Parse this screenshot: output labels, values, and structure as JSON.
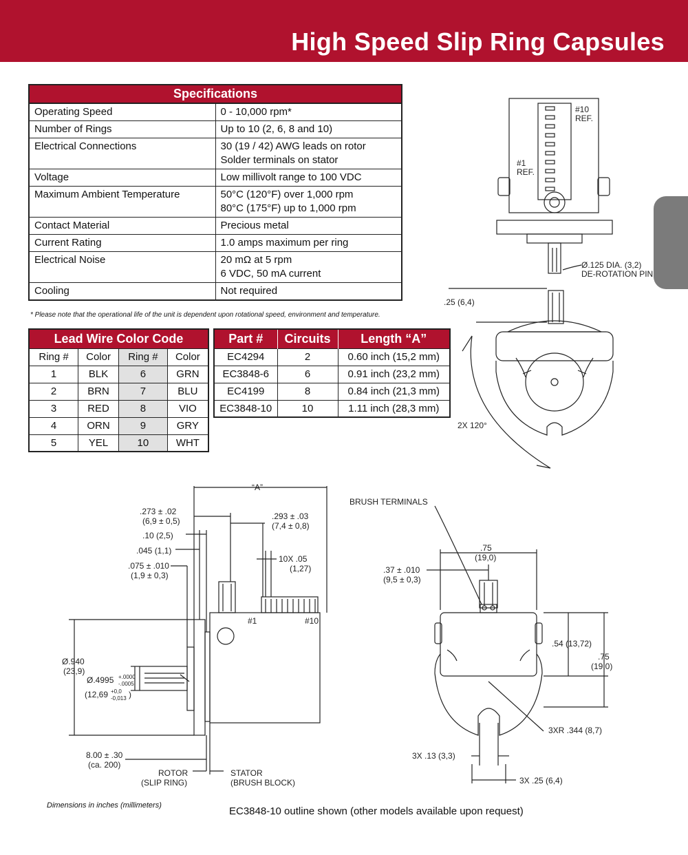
{
  "header": {
    "title": "High Speed Slip Ring Capsules"
  },
  "specifications": {
    "title": "Specifications",
    "rows": [
      {
        "label": "Operating Speed",
        "value": [
          "0 - 10,000 rpm*"
        ]
      },
      {
        "label": "Number of Rings",
        "value": [
          "Up to 10 (2, 6, 8 and 10)"
        ]
      },
      {
        "label": "Electrical Connections",
        "value": [
          "30 (19 / 42) AWG leads on rotor",
          "Solder terminals on stator"
        ]
      },
      {
        "label": "Voltage",
        "value": [
          "Low millivolt range to 100 VDC"
        ]
      },
      {
        "label": "Maximum Ambient Temperature",
        "value": [
          "50°C (120°F) over 1,000 rpm",
          "80°C (175°F) up to 1,000 rpm"
        ]
      },
      {
        "label": "Contact Material",
        "value": [
          "Precious metal"
        ]
      },
      {
        "label": "Current Rating",
        "value": [
          "1.0 amps maximum per ring"
        ]
      },
      {
        "label": "Electrical Noise",
        "value": [
          "20 mΩ at 5 rpm",
          "6 VDC, 50 mA  current"
        ]
      },
      {
        "label": "Cooling",
        "value": [
          "Not required"
        ]
      }
    ],
    "note": "* Please note that the operational life of the unit is dependent upon rotational speed, environment and temperature."
  },
  "lead_wire": {
    "title": "Lead Wire Color Code",
    "headers": [
      "Ring #",
      "Color",
      "Ring #",
      "Color"
    ],
    "rows": [
      [
        "1",
        "BLK",
        "6",
        "GRN"
      ],
      [
        "2",
        "BRN",
        "7",
        "BLU"
      ],
      [
        "3",
        "RED",
        "8",
        "VIO"
      ],
      [
        "4",
        "ORN",
        "9",
        "GRY"
      ],
      [
        "5",
        "YEL",
        "10",
        "WHT"
      ]
    ]
  },
  "parts": {
    "headers": [
      "Part #",
      "Circuits",
      "Length “A”"
    ],
    "rows": [
      [
        "EC4294",
        "2",
        "0.60 inch (15,2 mm)"
      ],
      [
        "EC3848-6",
        "6",
        "0.91 inch (23,2 mm)"
      ],
      [
        "EC4199",
        "8",
        "0.84 inch (21,3 mm)"
      ],
      [
        "EC3848-10",
        "10",
        "1.11 inch (28,3 mm)"
      ]
    ]
  },
  "drawing_top": {
    "ref10": [
      "#10",
      "REF."
    ],
    "ref1": [
      "#1",
      "REF."
    ],
    "pin": [
      "Ø.125 DIA. (3,2)",
      "DE-ROTATION PIN"
    ],
    "pin_len": ".25 (6,4)",
    "angle": "2X 120°"
  },
  "drawing_side": {
    "A": "“A”",
    "d273": [
      ".273 ± .02",
      "(6,9 ± 0,5)"
    ],
    "d10": ".10 (2,5)",
    "d045": ".045 (1,1)",
    "d075": [
      ".075 ± .010",
      "(1,9 ± 0,3)"
    ],
    "d293": [
      ".293 ± .03",
      "(7,4 ± 0,8)"
    ],
    "d05": [
      "10X .05",
      "(1,27)"
    ],
    "ring1": "#1",
    "ring10": "#10",
    "d940": [
      "Ø.940",
      "(23,9)"
    ],
    "d4995": "Ø.4995",
    "tol_in": [
      "+.0000",
      "-.0005"
    ],
    "d1269": "(12,69",
    "tol_mm": [
      "+0,0",
      "-0,013"
    ],
    "close_paren": ")",
    "d800": [
      "8.00 ± .30",
      "(ca. 200)"
    ],
    "rotor": [
      "ROTOR",
      "(SLIP RING)"
    ],
    "stator": [
      "STATOR",
      "(BRUSH BLOCK)"
    ]
  },
  "drawing_end": {
    "brush": "BRUSH TERMINALS",
    "d75top": [
      ".75",
      "(19,0)"
    ],
    "d37": [
      ".37 ± .010",
      "(9,5 ± 0,3)"
    ],
    "d54": ".54 (13,72)",
    "d75right": [
      ".75",
      "(19,0)"
    ],
    "radius": "3XR .344 (8,7)",
    "d13": "3X .13 (3,3)",
    "d25": "3X .25 (6,4)"
  },
  "footer": {
    "note": "Dimensions in inches (millimeters)",
    "caption": "EC3848-10 outline shown (other models available upon request)"
  },
  "colors": {
    "accent": "#b0122e",
    "tab": "#7b7b7b",
    "shade": "#e1e1e1"
  }
}
